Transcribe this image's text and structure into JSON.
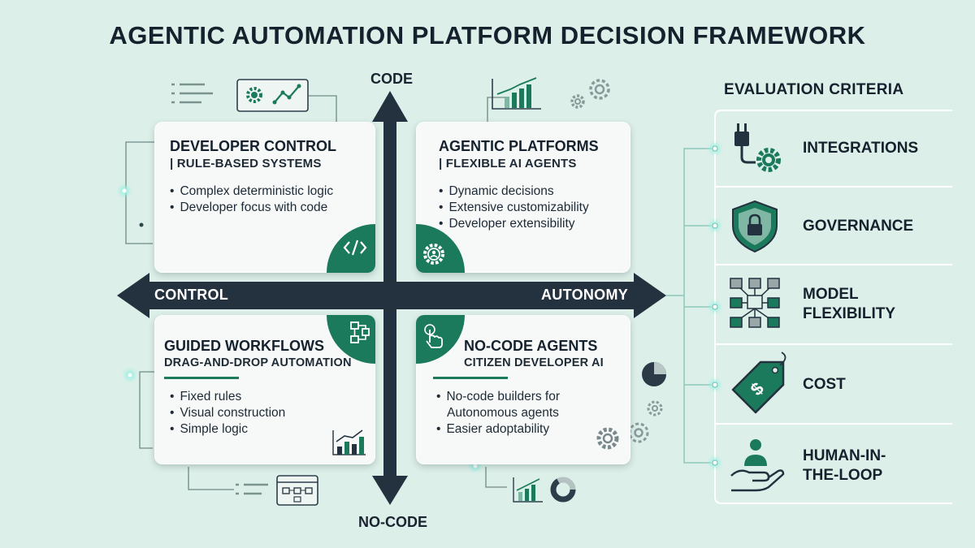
{
  "title": "AGENTIC AUTOMATION PLATFORM DECISION FRAMEWORK",
  "axes": {
    "top": "CODE",
    "bottom": "NO-CODE",
    "left": "CONTROL",
    "right": "AUTONOMY"
  },
  "quadrants": {
    "top_left": {
      "title": "DEVELOPER CONTROL",
      "subtitle": "| RULE-BASED SYSTEMS",
      "bullets": [
        "Complex deterministic logic",
        "Developer focus with code"
      ]
    },
    "top_right": {
      "title": "AGENTIC PLATFORMS",
      "subtitle": "| FLEXIBLE AI AGENTS",
      "bullets": [
        "Dynamic decisions",
        "Extensive customizability",
        "Developer extensibility"
      ]
    },
    "bottom_left": {
      "title": "GUIDED WORKFLOWS",
      "subtitle": "DRAG-AND-DROP AUTOMATION",
      "bullets": [
        "Fixed rules",
        "Visual construction",
        "Simple logic"
      ]
    },
    "bottom_right": {
      "title": "NO-CODE AGENTS",
      "subtitle": "CITIZEN DEVELOPER AI",
      "bullets": [
        "No-code builders for",
        "Autonomous agents",
        "Easier adoptability"
      ]
    }
  },
  "criteria": {
    "title": "EVALUATION CRITERIA",
    "items": [
      {
        "label_1": "INTEGRATIONS",
        "label_2": "",
        "icon": "plug-gear-icon"
      },
      {
        "label_1": "GOVERNANCE",
        "label_2": "",
        "icon": "shield-lock-icon"
      },
      {
        "label_1": "MODEL",
        "label_2": "FLEXIBILITY",
        "icon": "network-icon"
      },
      {
        "label_1": "COST",
        "label_2": "",
        "icon": "price-tag-icon"
      },
      {
        "label_1": "HUMAN-IN-",
        "label_2": "THE-LOOP",
        "icon": "hand-person-icon"
      }
    ]
  },
  "colors": {
    "background": "#dcefe8",
    "accent": "#1c7a5c",
    "axis": "#24313f",
    "card": "#f6f9f8"
  }
}
